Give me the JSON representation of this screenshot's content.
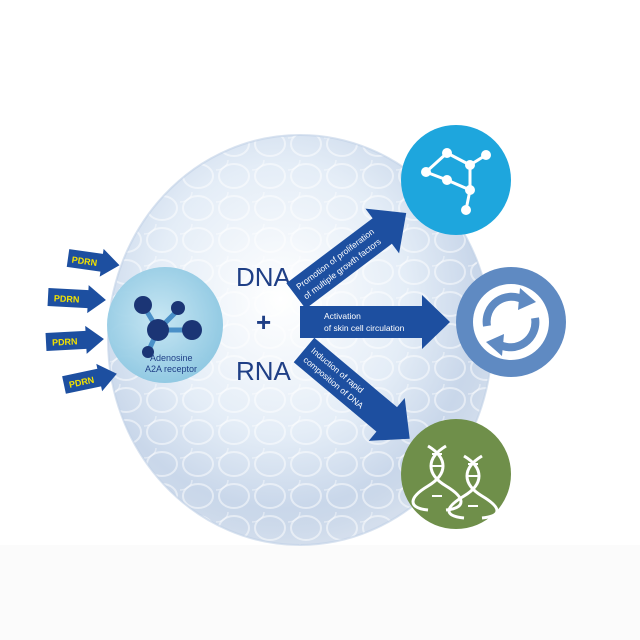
{
  "inputs": {
    "items": [
      {
        "label": "PDRN"
      },
      {
        "label": "PDRN"
      },
      {
        "label": "PDRN"
      },
      {
        "label": "PDRN"
      }
    ]
  },
  "receptor": {
    "line1": "Adenosine",
    "line2": "A2A receptor"
  },
  "center": {
    "dna": "DNA",
    "plus": "+",
    "rna": "RNA"
  },
  "effects": [
    {
      "line1": "Promotion of proliferation",
      "line2": "of multiple growth factors",
      "icon": "molecule-network-icon"
    },
    {
      "line1": "Activation",
      "line2": "of skin cell circulation",
      "icon": "recycle-arrows-icon"
    },
    {
      "line1": "Induction of rapid",
      "line2": "composition of DNA",
      "icon": "dna-helix-icon"
    }
  ],
  "colors": {
    "arrow_blue": "#1d4fa0",
    "pdrn_text": "#f2e200",
    "cyan_circle": "#1ea6dd",
    "steel_circle": "#5f8ac2",
    "green_circle": "#6f8f4a"
  }
}
